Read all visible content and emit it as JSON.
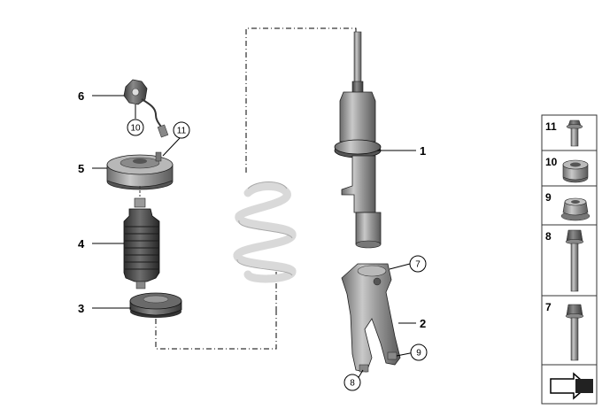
{
  "diagram": {
    "callouts": {
      "c1": "1",
      "c2": "2",
      "c3": "3",
      "c4": "4",
      "c5": "5",
      "c6": "6",
      "c7": "7",
      "c8": "8",
      "c9": "9",
      "c10": "10",
      "c11": "11"
    },
    "side_panel": [
      {
        "number": "11",
        "part": "flange-bolt"
      },
      {
        "number": "10",
        "part": "collar-nut"
      },
      {
        "number": "9",
        "part": "hex-flange-nut"
      },
      {
        "number": "8",
        "part": "long-hex-bolt"
      },
      {
        "number": "7",
        "part": "hex-bolt"
      },
      {
        "number": "",
        "part": "direction-arrow"
      }
    ]
  }
}
